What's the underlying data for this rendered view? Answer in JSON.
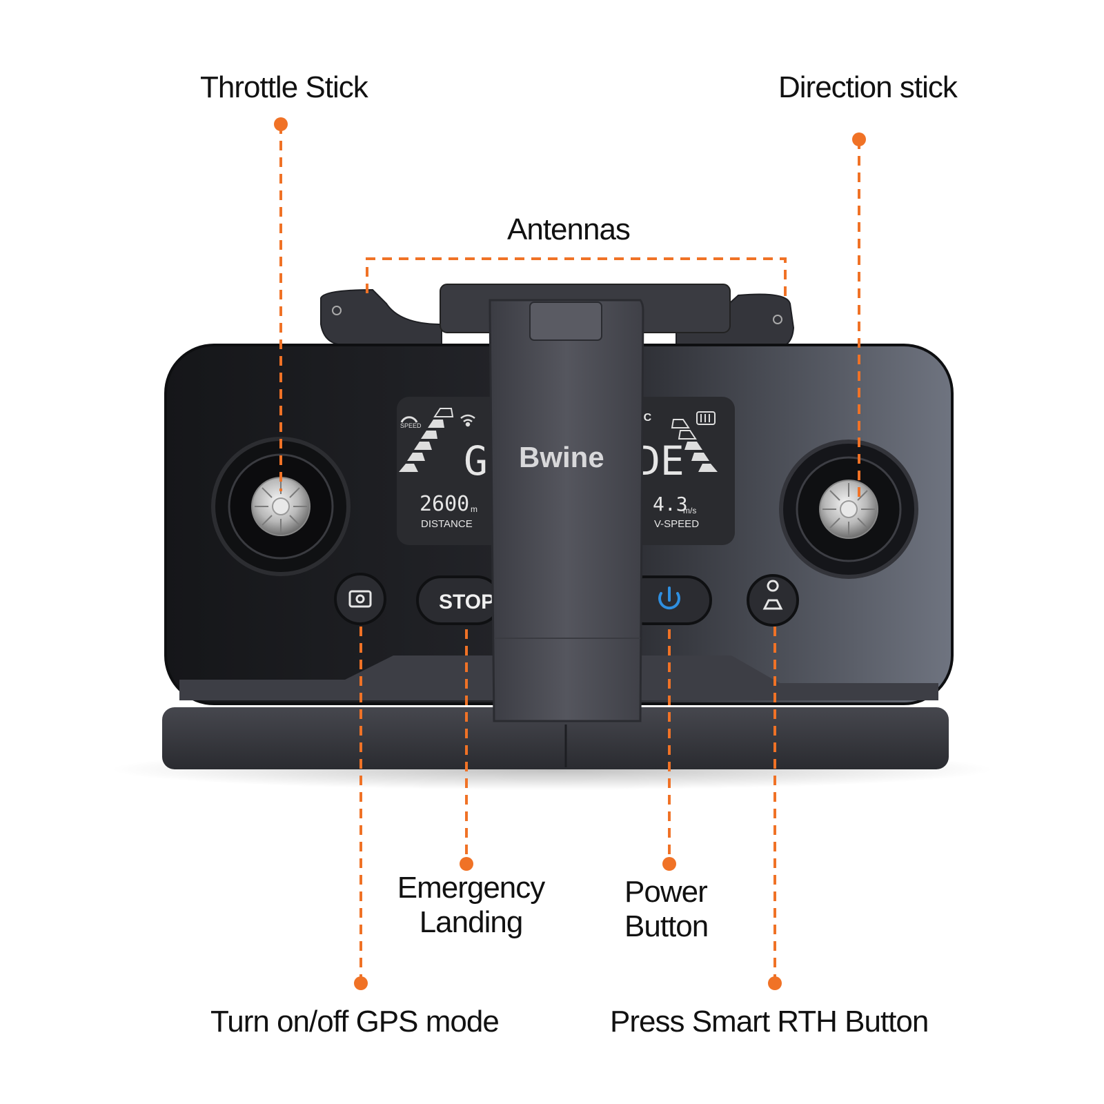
{
  "labels": {
    "throttle_stick": "Throttle Stick",
    "direction_stick": "Direction stick",
    "antennas": "Antennas",
    "emergency_landing_line1": "Emergency",
    "emergency_landing_line2": "Landing",
    "power_button_line1": "Power",
    "power_button_line2": "Button",
    "gps_mode": "Turn on/off GPS mode",
    "smart_rth": "Press Smart RTH Button"
  },
  "controller": {
    "brand": "Bwine",
    "stop_button": "STOP",
    "lcd": {
      "speed_label": "SPEED",
      "distance_value": "2600",
      "distance_unit": "m",
      "distance_label": "DISTANCE",
      "mode_left": "GF",
      "mode_right": "DE",
      "vspeed_value": "4.3",
      "vspeed_unit": "m/s",
      "vspeed_label": "V-SPEED",
      "rec_fragment": "EC"
    }
  },
  "colors": {
    "callout": "#f07226",
    "body": "#1c1d21",
    "clip": "#4a4b52",
    "lcd_bg": "#2a2b2f",
    "lcd_text": "#e6e6e6",
    "power_icon": "#2f8fe0",
    "stop_red": "#e0302a"
  },
  "icons": [
    "gps-mode-icon",
    "power-icon",
    "rth-icon",
    "wifi-icon",
    "speed-gauge-icon",
    "battery-icon"
  ]
}
